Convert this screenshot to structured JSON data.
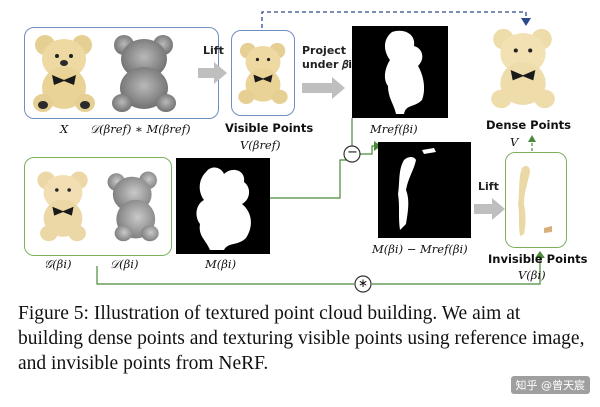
{
  "labels": {
    "x": "𝑋",
    "depth_mask_ref": "𝒟(𝛽ref) ∗ 𝑀(𝛽ref)",
    "mask_ref_beta_i": "𝑀ref(𝛽i)",
    "g_beta_i": "𝒢(𝛽i)",
    "d_beta_i": "𝒟(𝛽i)",
    "m_beta_i": "𝑀(𝛽i)",
    "diff": "𝑀(𝛽i) − 𝑀ref(𝛽i)",
    "v_beta_ref": "𝑉(𝛽ref)",
    "v": "𝑉",
    "v_beta_i": "𝑉(𝛽i)"
  },
  "steps": {
    "lift_top": "Lift",
    "project_line1": "Project",
    "project_line2": "under 𝛽i",
    "lift_bottom": "Lift"
  },
  "titles": {
    "visible_points": "Visible Points",
    "dense_points": "Dense Points",
    "invisible_points": "Invisible Points"
  },
  "operators": {
    "minus": "−",
    "star": "∗"
  },
  "caption": {
    "text": "Figure 5: Illustration of textured point cloud building. We aim at building dense points and texturing visible points using reference image, and invisible points from NeRF."
  },
  "watermark": "知乎 @曾天宸",
  "colors": {
    "ref_box": "#6f8fc0",
    "view_box": "#79b25a",
    "bear_fur": "#e9d29a",
    "bow": "#1a1a1a"
  }
}
